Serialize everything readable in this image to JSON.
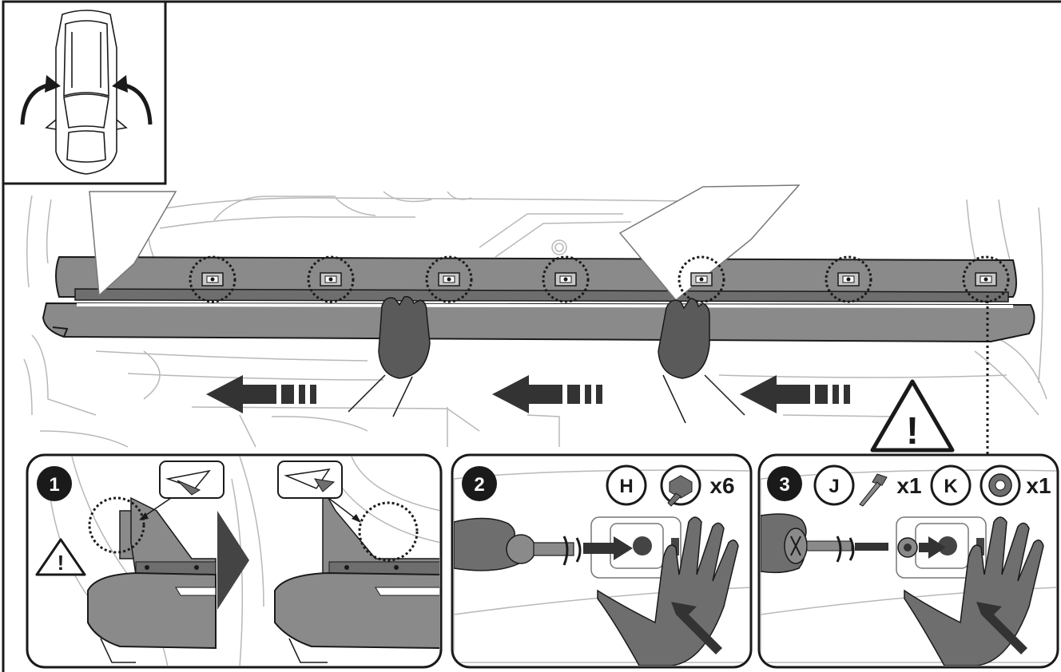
{
  "steps": [
    {
      "number": "1"
    },
    {
      "number": "2",
      "part_letter": "H",
      "part_icon": "bolt-icon",
      "qty": "x6"
    },
    {
      "number": "3",
      "part_letter": "J",
      "part_icon": "screw-icon",
      "qty": "x1",
      "part2_letter": "K",
      "part2_icon": "washer-icon",
      "qty2": "x1"
    }
  ],
  "warning_symbol": "!",
  "colors": {
    "line": "#1a1a1a",
    "panel_gray": "#8a8a8a",
    "panel_dark": "#6e6e6e",
    "glove": "#5a5a5a",
    "arrow": "#333333",
    "sketch": "#b8b8b8"
  }
}
